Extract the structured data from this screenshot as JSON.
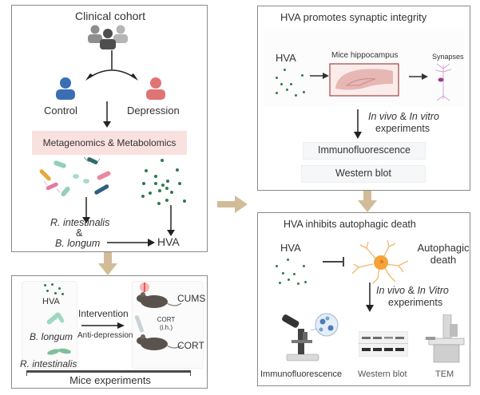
{
  "colors": {
    "panel_border": "#8a8a8a",
    "flow_arrow": "#d2bc98",
    "control": "#3a6fb5",
    "depression": "#e07474",
    "metabolite_dot": "#2f7a4d",
    "pink_band": "#f9e1df",
    "hippocampus": "#e7b7b4",
    "neuron": "#f2a541"
  },
  "cohort_panel": {
    "title": "Clinical cohort",
    "group_icon": "people-group-icon",
    "control_label": "Control",
    "depression_label": "Depression",
    "omics_label": "Metagenomics & Metabolomics",
    "bacteria_label_1": "R. intestinalis",
    "bacteria_and": "&",
    "bacteria_label_2": "B. longum",
    "metabolite_label": "HVA"
  },
  "mice_panel": {
    "hva_label": "HVA",
    "blongum_label": "B. longum",
    "rintestinalis_label": "R. intestinalis",
    "intervention_label": "Intervention",
    "antidepression_label": "Anti-depression",
    "model1_label": "CUMS",
    "cort_injection_label": "CORT",
    "cort_injection_route": "(i.h.)",
    "model2_label": "CORT",
    "footer_label": "Mice experiments"
  },
  "synapse_panel": {
    "title": "HVA promotes synaptic integrity",
    "hva_label": "HVA",
    "hippocampus_label": "Mice hippocampus",
    "synapses_label": "Synapses",
    "experiments_italic": "In vivo",
    "experiments_amp": " & ",
    "experiments_italic2": "In vitro",
    "experiments_line2": "experiments",
    "method1": "Immunofluorescence",
    "method2": "Western blot"
  },
  "autophagy_panel": {
    "title": "HVA  inhibits autophagic death",
    "hva_label": "HVA",
    "outcome_line1": "Autophagic",
    "outcome_line2": "death",
    "experiments_italic": "In vivo",
    "experiments_amp": " & ",
    "experiments_italic2": "In Vitro",
    "experiments_line2": "experiments",
    "method1": "Immunofluorescence",
    "method2": "Western blot",
    "method3": "TEM"
  }
}
